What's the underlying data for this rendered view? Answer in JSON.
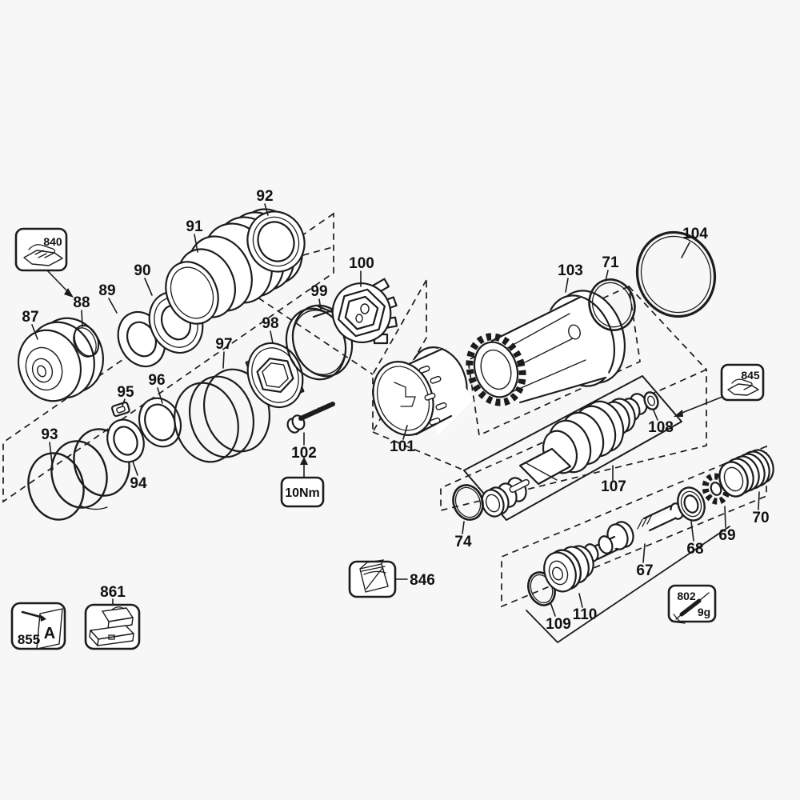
{
  "diagram": {
    "type": "exploded-parts-diagram",
    "background": "#f7f7f7",
    "line_color": "#1c1c1c",
    "part_labels": {
      "p67": "67",
      "p68": "68",
      "p69": "69",
      "p70": "70",
      "p71": "71",
      "p74": "74",
      "p87": "87",
      "p88": "88",
      "p89": "89",
      "p90": "90",
      "p91": "91",
      "p92": "92",
      "p93": "93",
      "p94": "94",
      "p95": "95",
      "p96": "96",
      "p97": "97",
      "p98": "98",
      "p99": "99",
      "p100": "100",
      "p101": "101",
      "p102": "102",
      "p103": "103",
      "p104": "104",
      "p107": "107",
      "p108": "108",
      "p109": "109",
      "p110": "110"
    },
    "callouts": {
      "clip_upper_left_code": "840",
      "clip_right_code": "845",
      "bag_code": "846",
      "label_sheet_code": "855",
      "label_sheet_letter": "A",
      "kit_box_code": "861",
      "torque_value": "10Nm",
      "grease_code": "802",
      "grease_amount": "9g"
    },
    "icons": {
      "clip_upper_left": "retaining-clip-icon",
      "clip_right": "retaining-clip-icon",
      "bag": "parts-bag-icon",
      "label_sheet": "label-sheet-icon",
      "kit_box": "kit-box-icon",
      "grease": "grease-syringe-icon"
    }
  }
}
